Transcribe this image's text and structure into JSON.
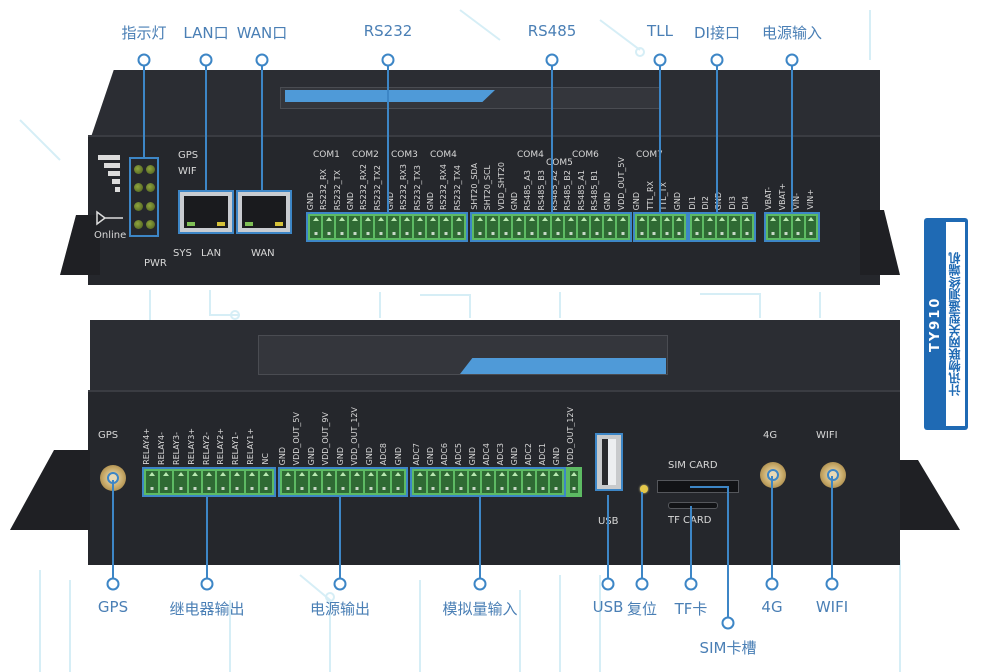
{
  "product": {
    "model": "TY910",
    "subtitle": "计讯物联网关型遥测终端机"
  },
  "top_callouts": [
    {
      "id": "indicator",
      "label": "指示灯"
    },
    {
      "id": "lan",
      "label": "LAN口"
    },
    {
      "id": "wan",
      "label": "WAN口"
    },
    {
      "id": "rs232",
      "label": "RS232"
    },
    {
      "id": "rs485",
      "label": "RS485"
    },
    {
      "id": "ttl",
      "label": "TLL"
    },
    {
      "id": "di",
      "label": "DI接口"
    },
    {
      "id": "power-in",
      "label": "电源输入"
    }
  ],
  "bottom_callouts": [
    {
      "id": "gps",
      "label": "GPS"
    },
    {
      "id": "relay-out",
      "label": "继电器输出"
    },
    {
      "id": "power-out",
      "label": "电源输出"
    },
    {
      "id": "analog-in",
      "label": "模拟量输入"
    },
    {
      "id": "usb",
      "label": "USB"
    },
    {
      "id": "reset",
      "label": "复位"
    },
    {
      "id": "tf",
      "label": "TF卡"
    },
    {
      "id": "sim",
      "label": "SIM卡槽"
    },
    {
      "id": "4g",
      "label": "4G"
    },
    {
      "id": "wifi",
      "label": "WIFI"
    }
  ],
  "top_panel": {
    "led_labels": {
      "gps": "GPS",
      "wifi": "WIF",
      "online": "Online",
      "pwr": "PWR",
      "sys": "SYS",
      "lan": "LAN",
      "wan": "WAN"
    },
    "com_labels": [
      "COM1",
      "COM2",
      "COM3",
      "COM4",
      "COM4",
      "COM5",
      "COM6",
      "COM7"
    ],
    "rs232_pins": [
      "GND",
      "RS232_RX",
      "RS232_TX",
      "GND",
      "RS232_RX2",
      "RS232_TX2",
      "GND",
      "RS232_RX3",
      "RS232_TX3",
      "GND",
      "RS232_RX4",
      "RS232_TX4"
    ],
    "rs485_pins": [
      "SHT20_SDA",
      "SHT20_SCL",
      "VDD_SHT20",
      "GND",
      "RS485_A3",
      "RS485_B3",
      "RS485_A2",
      "RS485_B2",
      "RS485_A1",
      "RS485_B1",
      "GND",
      "VDD_OUT_5V"
    ],
    "ttl_pins": [
      "GND",
      "TTL_RX",
      "TTL_TX",
      "GND"
    ],
    "di_pins": [
      "DI1",
      "DI2",
      "GND",
      "DI3",
      "DI4"
    ],
    "power_pins": [
      "VBAT-",
      "VBAT+",
      "VIN-",
      "VIN+"
    ]
  },
  "bottom_panel": {
    "gps_label": "GPS",
    "relay_pins": [
      "RELAY4+",
      "RELAY4-",
      "RELAY3-",
      "RELAY3+",
      "RELAY2-",
      "RELAY2+",
      "RELAY1-",
      "RELAY1+",
      "NC"
    ],
    "power_out_pins": [
      "GND",
      "VDD_OUT_5V",
      "GND",
      "VDD_OUT_9V",
      "GND",
      "VDD_OUT_12V",
      "GND",
      "ADC8",
      "GND"
    ],
    "analog_pins": [
      "ADC7",
      "GND",
      "ADC6",
      "ADC5",
      "GND",
      "ADC4",
      "ADC3",
      "GND",
      "ADC2",
      "ADC1",
      "GND"
    ],
    "vdd12_pin": "VDD_OUT_12V",
    "usb_label": "USB",
    "sim_label": "SIM CARD",
    "tf_label": "TF CARD",
    "ant_4g_label": "4G",
    "ant_wifi_label": "WIFI"
  },
  "colors": {
    "accent": "#3d86c6",
    "callout_text": "#4a7fb5",
    "banner": "#1f6ab4",
    "terminal_green": "#5dba63",
    "case": "#25272c"
  }
}
